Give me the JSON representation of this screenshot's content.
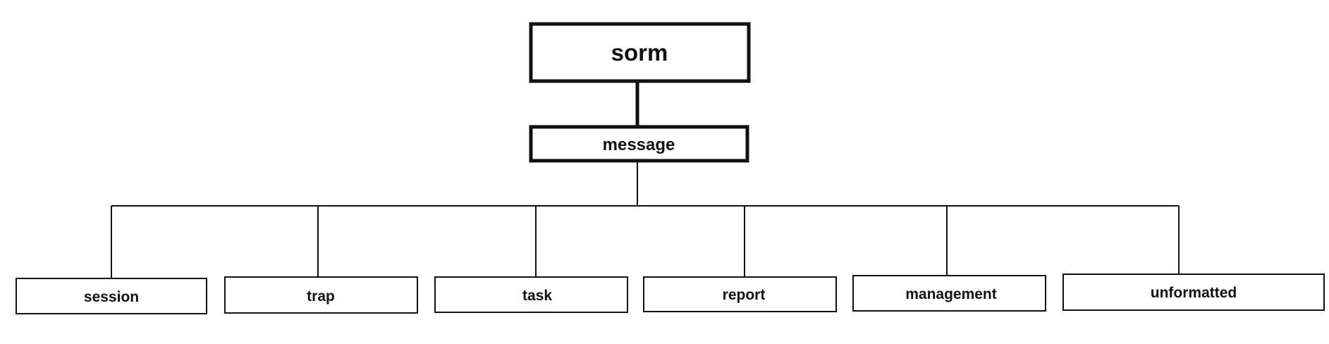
{
  "diagram": {
    "root": {
      "label": "sorm"
    },
    "middle": {
      "label": "message"
    },
    "children": [
      {
        "label": "session"
      },
      {
        "label": "trap"
      },
      {
        "label": "task"
      },
      {
        "label": "report"
      },
      {
        "label": "management"
      },
      {
        "label": "unformatted"
      }
    ],
    "colors": {
      "line": "#111111",
      "box_fill": "#ffffff",
      "background": "#ffffff"
    }
  }
}
